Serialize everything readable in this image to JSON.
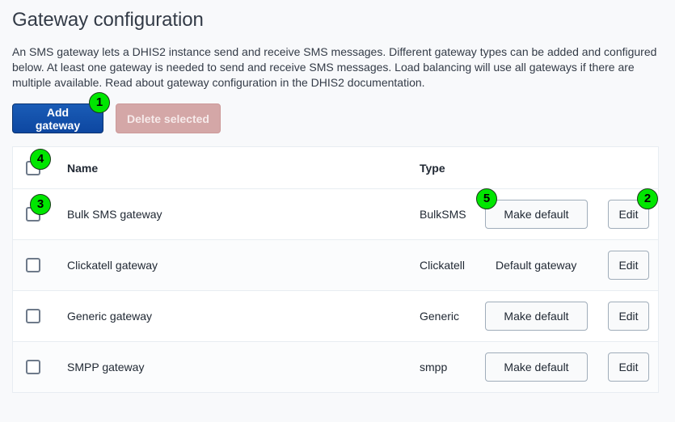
{
  "page": {
    "title": "Gateway configuration",
    "description": "An SMS gateway lets a DHIS2 instance send and receive SMS messages. Different gateway types can be added and configured below. At least one gateway is needed to send and receive SMS messages. Load balancing will use all gateways if there are multiple available. Read about gateway configuration in the DHIS2 documentation."
  },
  "actions": {
    "add_label": "Add gateway",
    "delete_label": "Delete selected"
  },
  "table": {
    "headers": {
      "name": "Name",
      "type": "Type"
    },
    "rows": [
      {
        "name": "Bulk SMS gateway",
        "type": "BulkSMS",
        "default_action": "Make default",
        "is_default": false,
        "edit": "Edit"
      },
      {
        "name": "Clickatell gateway",
        "type": "Clickatell",
        "default_label": "Default gateway",
        "is_default": true,
        "edit": "Edit"
      },
      {
        "name": "Generic gateway",
        "type": "Generic",
        "default_action": "Make default",
        "is_default": false,
        "edit": "Edit"
      },
      {
        "name": "SMPP gateway",
        "type": "smpp",
        "default_action": "Make default",
        "is_default": false,
        "edit": "Edit"
      }
    ]
  },
  "markers": [
    "1",
    "2",
    "3",
    "4",
    "5"
  ],
  "colors": {
    "primary": "#0d47a1",
    "destructive_disabled": "#d4a7a7",
    "marker": "#00e600"
  }
}
